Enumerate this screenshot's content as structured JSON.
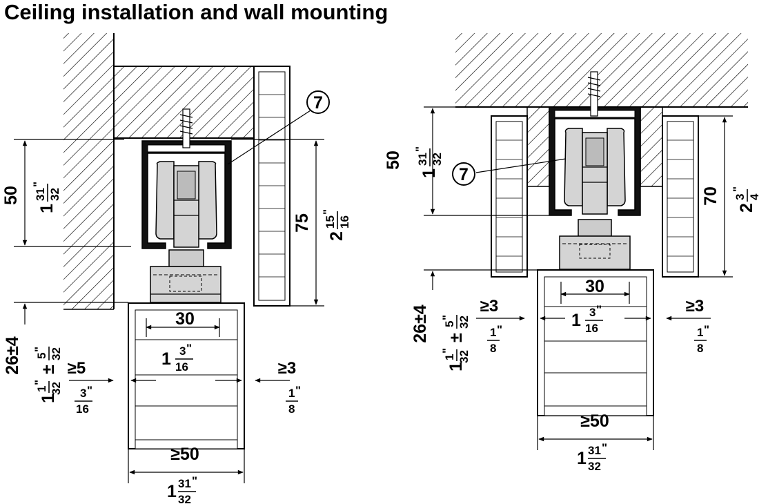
{
  "title": "Ceiling installation and wall mounting",
  "colors": {
    "line": "#000000",
    "metal": "#d4d4d4",
    "metal_dark": "#b5b5b5",
    "profile": "#111111",
    "paper": "#ffffff"
  },
  "callout": "7",
  "left": {
    "dim_height": "50",
    "dim_height_in_whole": "1",
    "dim_height_in_num": "31",
    "dim_height_in_den": "32",
    "dim_rail": "75",
    "dim_rail_in_whole": "2",
    "dim_rail_in_num": "15",
    "dim_rail_in_den": "16",
    "dim_gap": "26±4",
    "dim_gap_in_whole": "1",
    "dim_gap_in_num": "1",
    "dim_gap_in_den": "32",
    "dim_gap_tol_prefix": "±",
    "dim_gap_tol_num": "5",
    "dim_gap_tol_den": "32",
    "dim_width": "30",
    "dim_width_in_whole": "1",
    "dim_width_in_num": "3",
    "dim_width_in_den": "16",
    "dim_left_clear": "≥5",
    "dim_left_clear_num": "3",
    "dim_left_clear_den": "16",
    "dim_right_clear": "≥3",
    "dim_right_clear_num": "1",
    "dim_right_clear_den": "8",
    "dim_door": "≥50",
    "dim_door_in_whole": "1",
    "dim_door_in_num": "31",
    "dim_door_in_den": "32",
    "inch_mark": "\""
  },
  "right": {
    "dim_height": "50",
    "dim_height_in_whole": "1",
    "dim_height_in_num": "31",
    "dim_height_in_den": "32",
    "dim_panel": "70",
    "dim_panel_in_whole": "2",
    "dim_panel_in_num": "3",
    "dim_panel_in_den": "4",
    "dim_gap": "26±4",
    "dim_gap_in_whole": "1",
    "dim_gap_in_num": "1",
    "dim_gap_in_den": "32",
    "dim_gap_tol_prefix": "±",
    "dim_gap_tol_num": "5",
    "dim_gap_tol_den": "32",
    "dim_width": "30",
    "dim_width_in_whole": "1",
    "dim_width_in_num": "3",
    "dim_width_in_den": "16",
    "dim_left_clear": "≥3",
    "dim_left_clear_num": "1",
    "dim_left_clear_den": "8",
    "dim_right_clear": "≥3",
    "dim_right_clear_num": "1",
    "dim_right_clear_den": "8",
    "dim_door": "≥50",
    "dim_door_in_whole": "1",
    "dim_door_in_num": "31",
    "dim_door_in_den": "32",
    "inch_mark": "\""
  }
}
